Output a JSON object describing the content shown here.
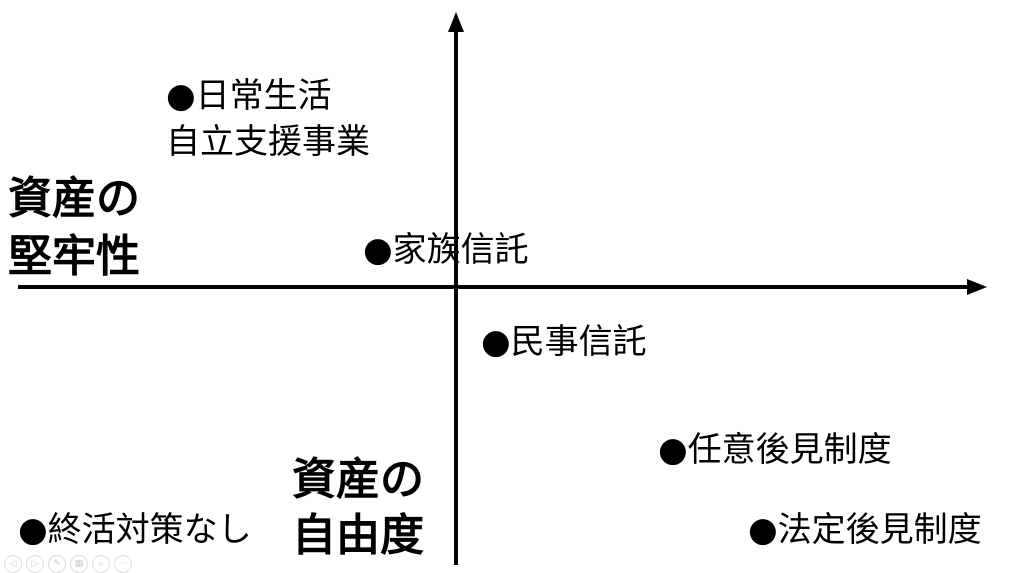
{
  "points": [
    {
      "marker": "●",
      "line1": "日常生活",
      "line2": "自立支援事業"
    },
    {
      "marker": "●",
      "line1": "家族信託"
    },
    {
      "marker": "●",
      "line1": "民事信託"
    },
    {
      "marker": "●",
      "line1": "任意後見制度"
    },
    {
      "marker": "●",
      "line1": "終活対策なし"
    },
    {
      "marker": "●",
      "line1": "法定後見制度"
    }
  ],
  "axes": {
    "horizontal_label": [
      "資産の",
      "堅牢性"
    ],
    "vertical_label": [
      "資産の",
      "自由度"
    ]
  },
  "slide_controls": [
    {
      "icon": "previous-icon",
      "glyph": "◁"
    },
    {
      "icon": "next-icon",
      "glyph": "▷"
    },
    {
      "icon": "pen-icon",
      "glyph": "✎"
    },
    {
      "icon": "slides-icon",
      "glyph": "▦"
    },
    {
      "icon": "zoom-icon",
      "glyph": "⌕"
    },
    {
      "icon": "more-icon",
      "glyph": "⋯"
    }
  ]
}
